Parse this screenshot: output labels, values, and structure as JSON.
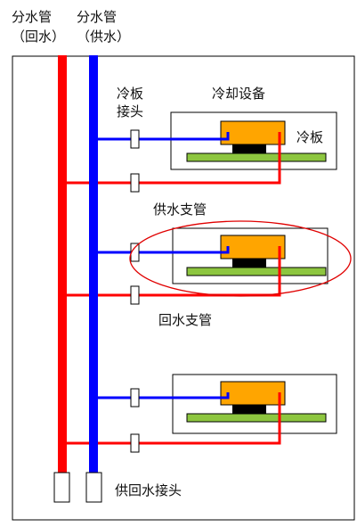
{
  "labels": {
    "return_main": "分水管",
    "return_main_sub": "（回水）",
    "supply_main": "分水管",
    "supply_main_sub": "（供水）",
    "cold_plate_joint_1": "冷板",
    "cold_plate_joint_2": "接头",
    "cooling_device": "冷却设备",
    "cold_plate": "冷板",
    "supply_branch": "供水支管",
    "return_branch": "回水支管",
    "supply_return_joint": "供回水接头"
  },
  "colors": {
    "return_pipe": "#ff0000",
    "supply_pipe": "#0000ff",
    "cold_plate": "#ffa500",
    "pcb": "#8dc63f",
    "chip": "#000000",
    "highlight_ellipse": "#e00000",
    "frame": "#000000"
  }
}
